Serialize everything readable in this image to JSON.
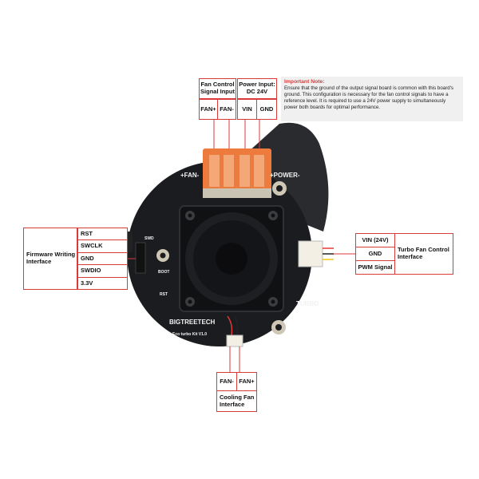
{
  "note": {
    "title": "Important Note:",
    "text": "Ensure that the ground of the output signal board is common with this board's ground. This configuration is necessary for the fan control signals to have a reference level. It is required to use a 24V power supply to simultaneously power both boards for optimal performance."
  },
  "top_labels": {
    "fan_control": "Fan Control Signal Input",
    "fan_plus": "FAN+",
    "fan_minus": "FAN-",
    "power_input": "Power Input: DC 24V",
    "vin": "VIN",
    "gnd": "GND"
  },
  "left_labels": {
    "firmware": "Firmware Writing Interface",
    "rst": "RST",
    "swclk": "SWCLK",
    "gnd": "GND",
    "swdio": "SWDIO",
    "v33": "3.3V"
  },
  "right_labels": {
    "vin24": "VIN (24V)",
    "gnd": "GND",
    "pwm": "PWM Signal",
    "turbo_fan": "Turbo Fan Control Interface"
  },
  "bottom_labels": {
    "fan_minus": "FAN-",
    "fan_plus": "FAN+",
    "cooling_fan": "Cooling Fan Interface"
  },
  "board_silkscreen": {
    "fan": "+FAN-",
    "power": "+POWER-",
    "turbo": "TURBO",
    "brand": "BIGTREETECH",
    "model": "Eco turbo Kit V1.0",
    "rst": "RST",
    "boot": "BOOT",
    "swd": "SWD"
  },
  "colors": {
    "accent_red": "#d93a3a",
    "board": "#1b1c1f",
    "terminal": "#ec7b3d"
  }
}
